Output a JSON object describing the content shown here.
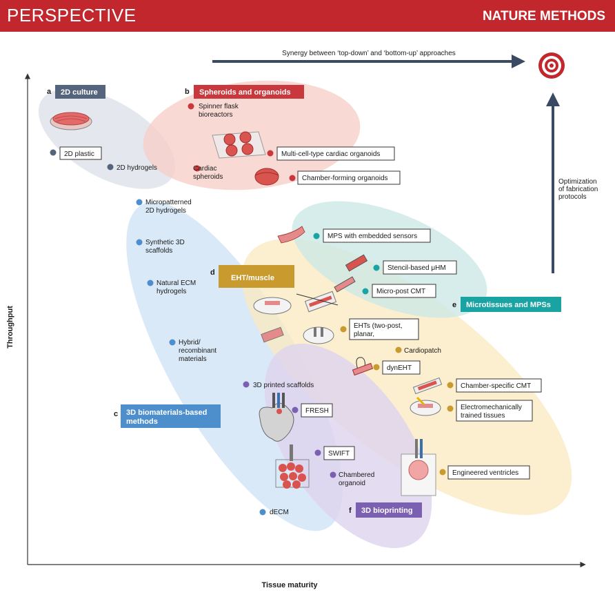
{
  "header": {
    "left": "PERSPECTIVE",
    "right": "NATURE METHODS"
  },
  "axes": {
    "x_label": "Tissue maturity",
    "y_label": "Throughput"
  },
  "arrows": {
    "top": "Synergy between ‘top-down’ and ‘bottom-up’ approaches",
    "right": [
      "Optimization",
      "of fabrication",
      "protocols"
    ]
  },
  "categories": {
    "a": {
      "letter": "a",
      "label": "2D culture"
    },
    "b": {
      "letter": "b",
      "label": "Spheroids and organoids"
    },
    "c": {
      "letter": "c",
      "label": "3D biomaterials-based",
      "label2": "methods"
    },
    "d": {
      "letter": "d",
      "label": "EHT/muscle"
    },
    "e": {
      "letter": "e",
      "label": "Microtissues and MPSs"
    },
    "f": {
      "letter": "f",
      "label": "3D bioprinting"
    }
  },
  "items": {
    "plastic2d": "2D plastic",
    "hydrogels2d": "2D hydrogels",
    "spinner": [
      "Spinner flask",
      "bioreactors"
    ],
    "multicell": "Multi-cell-type cardiac organoids",
    "cardiacSpheroids": [
      "Cardiac",
      "spheroids"
    ],
    "chamberForming": "Chamber-forming organoids",
    "micropatterned": [
      "Micropatterned",
      "2D hydrogels"
    ],
    "synthetic3d": [
      "Synthetic 3D",
      "scaffolds"
    ],
    "naturalEcm": [
      "Natural ECM",
      "hydrogels"
    ],
    "hybrid": [
      "Hybrid/",
      "recombinant",
      "materials"
    ],
    "mps": "MPS with embedded sensors",
    "stencil": "Stencil-based μHM",
    "micropost": "Micro-post CMT",
    "ehts": [
      "EHTs (two-post,",
      "planar,"
    ],
    "cardiopatch": "Cardiopatch",
    "dynEHT": "dynEHT",
    "chamberSpecific": "Chamber-specific CMT",
    "electro": [
      "Electromechanically",
      "trained tissues"
    ],
    "printed3d": "3D printed scaffolds",
    "fresh": "FRESH",
    "swift": "SWIFT",
    "chamberedOrganoid": [
      "Chambered",
      "organoid"
    ],
    "engineeredVentricles": "Engineered ventricles",
    "decm": "dECM"
  },
  "colors": {
    "header": "#c1272d",
    "c2d": "#55647d",
    "spheroid": "#c8383d",
    "biomat": "#4d8fcc",
    "eht": "#c99a2e",
    "mps": "#1aa3a3",
    "bioprint": "#7b5fb0"
  }
}
